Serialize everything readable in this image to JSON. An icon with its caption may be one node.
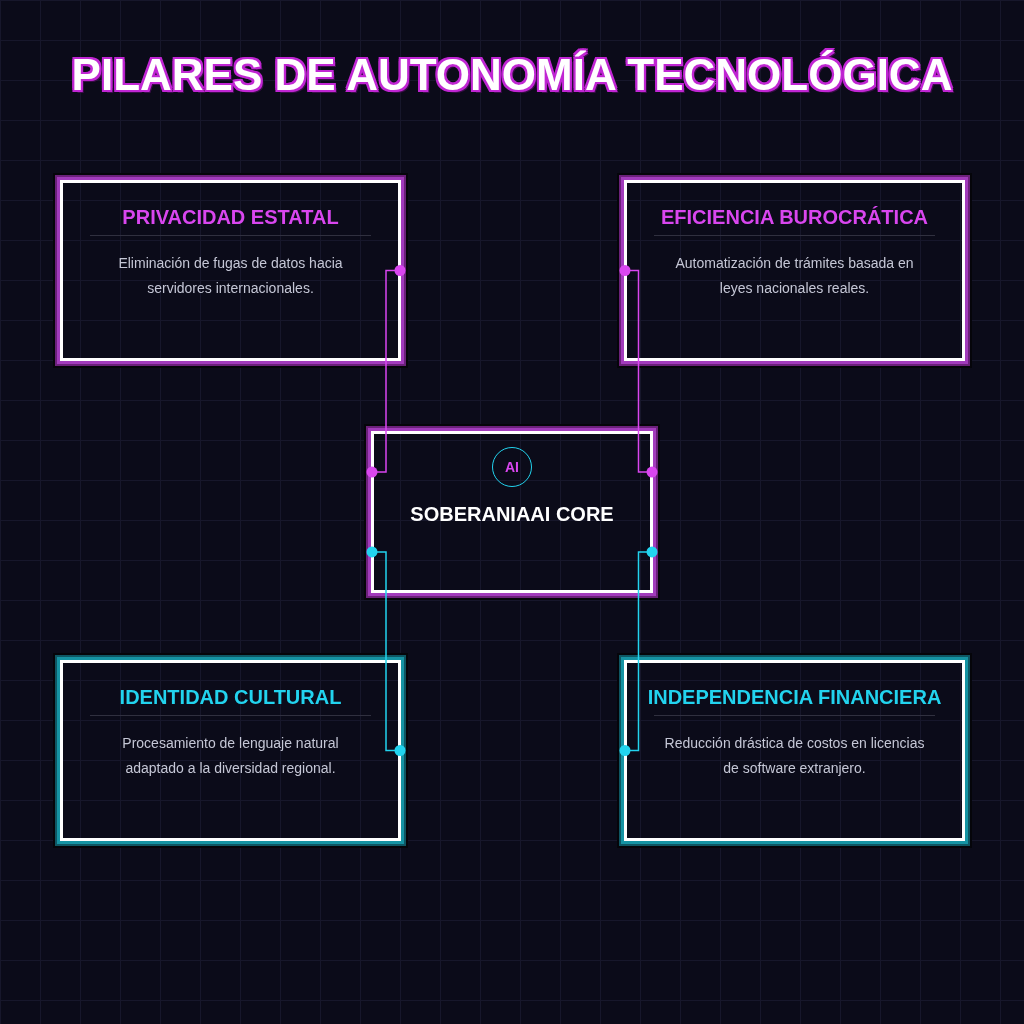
{
  "diagram": {
    "title": "PILARES DE AUTONOMÍA TECNOLÓGICA",
    "nodes": [
      {
        "text": [
          "PRIVACIDAD ESTATAL",
          "Eliminación de fugas de datos hacia servidores internacionales."
        ]
      },
      {
        "text": [
          "EFICIENCIA BUROCRÁTICA",
          "Automatización de trámites basada en leyes nacionales reales."
        ]
      },
      {
        "text": [
          "SOBERANIAAI CORE"
        ]
      },
      {
        "text": [
          "AI"
        ],
        "in": 2
      },
      {
        "text": [
          "IDENTIDAD CULTURAL",
          "Procesamiento de lenguaje natural adaptado a la diversidad regional."
        ]
      },
      {
        "text": [
          "INDEPENDENCIA FINANCIERA",
          "Reducción drástica de costos en licencias de software extranjero."
        ]
      }
    ],
    "edges": [
      {
        "from": 2,
        "to": 0,
        "arrow": "other",
        "color": "#d946ef"
      },
      {
        "from": 2,
        "to": 1,
        "arrow": "other",
        "color": "#d946ef"
      },
      {
        "from": 2,
        "to": 4,
        "arrow": "other",
        "color": "#22d3ee"
      },
      {
        "from": 2,
        "to": 5,
        "arrow": "other",
        "color": "#22d3ee"
      }
    ]
  }
}
